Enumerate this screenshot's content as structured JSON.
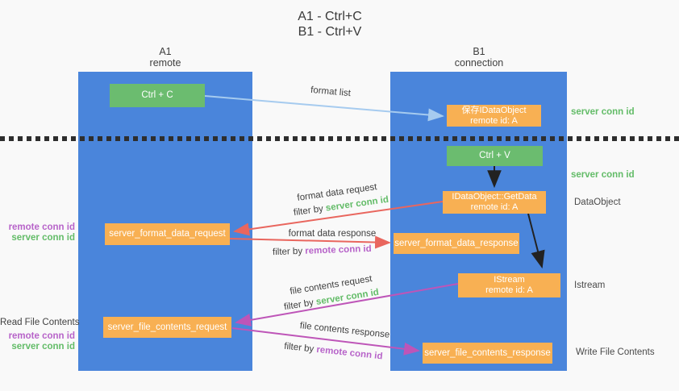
{
  "title": {
    "line1": "A1 - Ctrl+C",
    "line2": "B1 - Ctrl+V"
  },
  "lanes": {
    "left": {
      "id": "A1",
      "role": "remote"
    },
    "right": {
      "id": "B1",
      "role": "connection"
    }
  },
  "nodes": {
    "ctrl_c": {
      "label": "Ctrl + C"
    },
    "save_dataobject": {
      "line1": "保存IDataObject",
      "line2": "remote id: A"
    },
    "ctrl_v": {
      "label": "Ctrl + V"
    },
    "getdata": {
      "line1": "IDataObject::GetData",
      "line2": "remote id: A"
    },
    "format_request": {
      "label": "server_format_data_request"
    },
    "format_response": {
      "label": "server_format_data_response"
    },
    "istream": {
      "line1": "IStream",
      "line2": "remote id: A"
    },
    "file_request": {
      "label": "server_file_contents_request"
    },
    "file_response": {
      "label": "server_file_contents_response"
    }
  },
  "arrow_labels": {
    "format_list": "format list",
    "format_data_request": "format data request",
    "format_data_response": "format data response",
    "file_contents_request": "file contents request",
    "file_contents_response": "file contents response",
    "filter_by": "filter by",
    "server_conn_id": "server conn id",
    "remote_conn_id": "remote conn id"
  },
  "side_labels": {
    "server_conn_id_top": "server conn id",
    "server_conn_id_mid": "server conn id",
    "dataobject": "DataObject",
    "istream": "Istream",
    "write_file_contents": "Write File Contents",
    "remote_conn_id_left1": "remote conn id",
    "server_conn_id_left1": "server conn id",
    "read_file_contents": "Read File Contents",
    "remote_conn_id_left2": "remote conn id",
    "server_conn_id_left2": "server conn id"
  },
  "colors": {
    "lane_blue": "#4A85DB",
    "box_green": "#6BBC6F",
    "box_orange": "#F8B053",
    "arrow_light_blue": "#A6CBEF",
    "arrow_red": "#E9665E",
    "arrow_magenta": "#BE55B8",
    "arrow_black": "#222222",
    "text_green": "#63BC68",
    "text_purple": "#B763C9",
    "divider_dots": "#2E2E2E"
  }
}
